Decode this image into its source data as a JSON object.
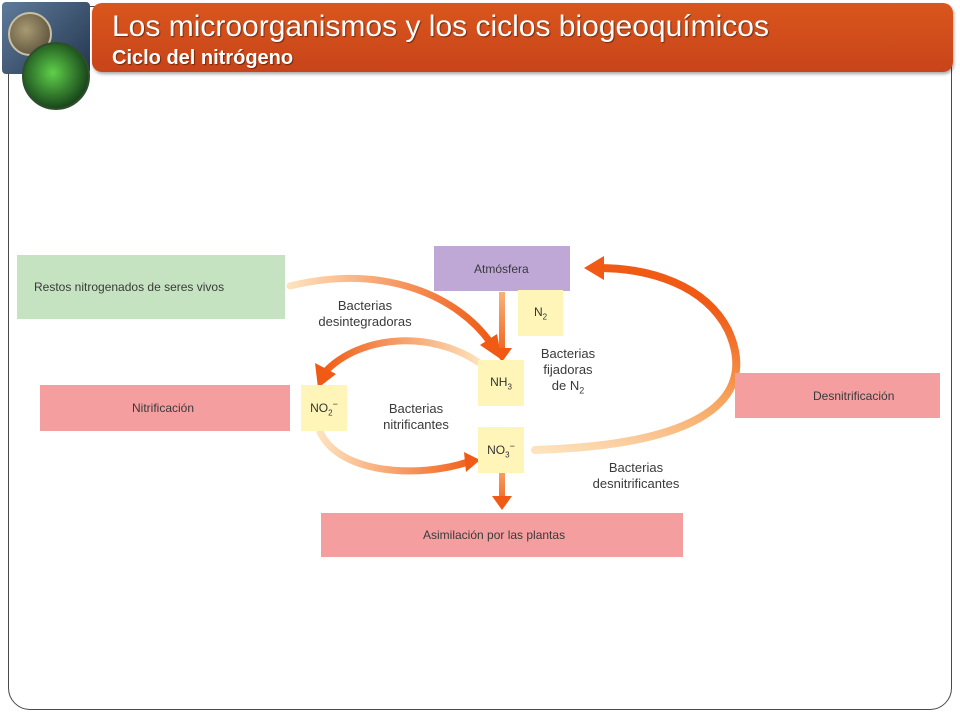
{
  "slide": {
    "title": "Los microorganismos y los ciclos biogeoquímicos",
    "subtitle": "Ciclo del nitrógeno"
  },
  "diagram": {
    "restos": "Restos nitrogenados de seres vivos",
    "nitrificacion": "Nitrificación",
    "atmosfera": "Atmósfera",
    "desnitrificacion": "Desnitrificación",
    "asimilacion": "Asimilación por las plantas",
    "n2": "N",
    "n2_sub": "2",
    "nh3": "NH",
    "nh3_sub": "3",
    "no2": "NO",
    "no2_sub": "2",
    "no2_sup": "−",
    "no3": "NO",
    "no3_sub": "3",
    "no3_sup": "−",
    "bact_desintegradoras_1": "Bacterias",
    "bact_desintegradoras_2": "desintegradoras",
    "bact_fijadoras_1": "Bacterias",
    "bact_fijadoras_2": "fijadoras",
    "bact_fijadoras_3": "de N",
    "bact_fijadoras_3_sub": "2",
    "bact_nitrificantes_1": "Bacterias",
    "bact_nitrificantes_2": "nitrificantes",
    "bact_desnitrificantes_1": "Bacterias",
    "bact_desnitrificantes_2": "desnitrificantes",
    "colors": {
      "arrow_start": "#fde2bd",
      "arrow_end": "#f05a14",
      "title_bar": "#d14d1c"
    }
  }
}
